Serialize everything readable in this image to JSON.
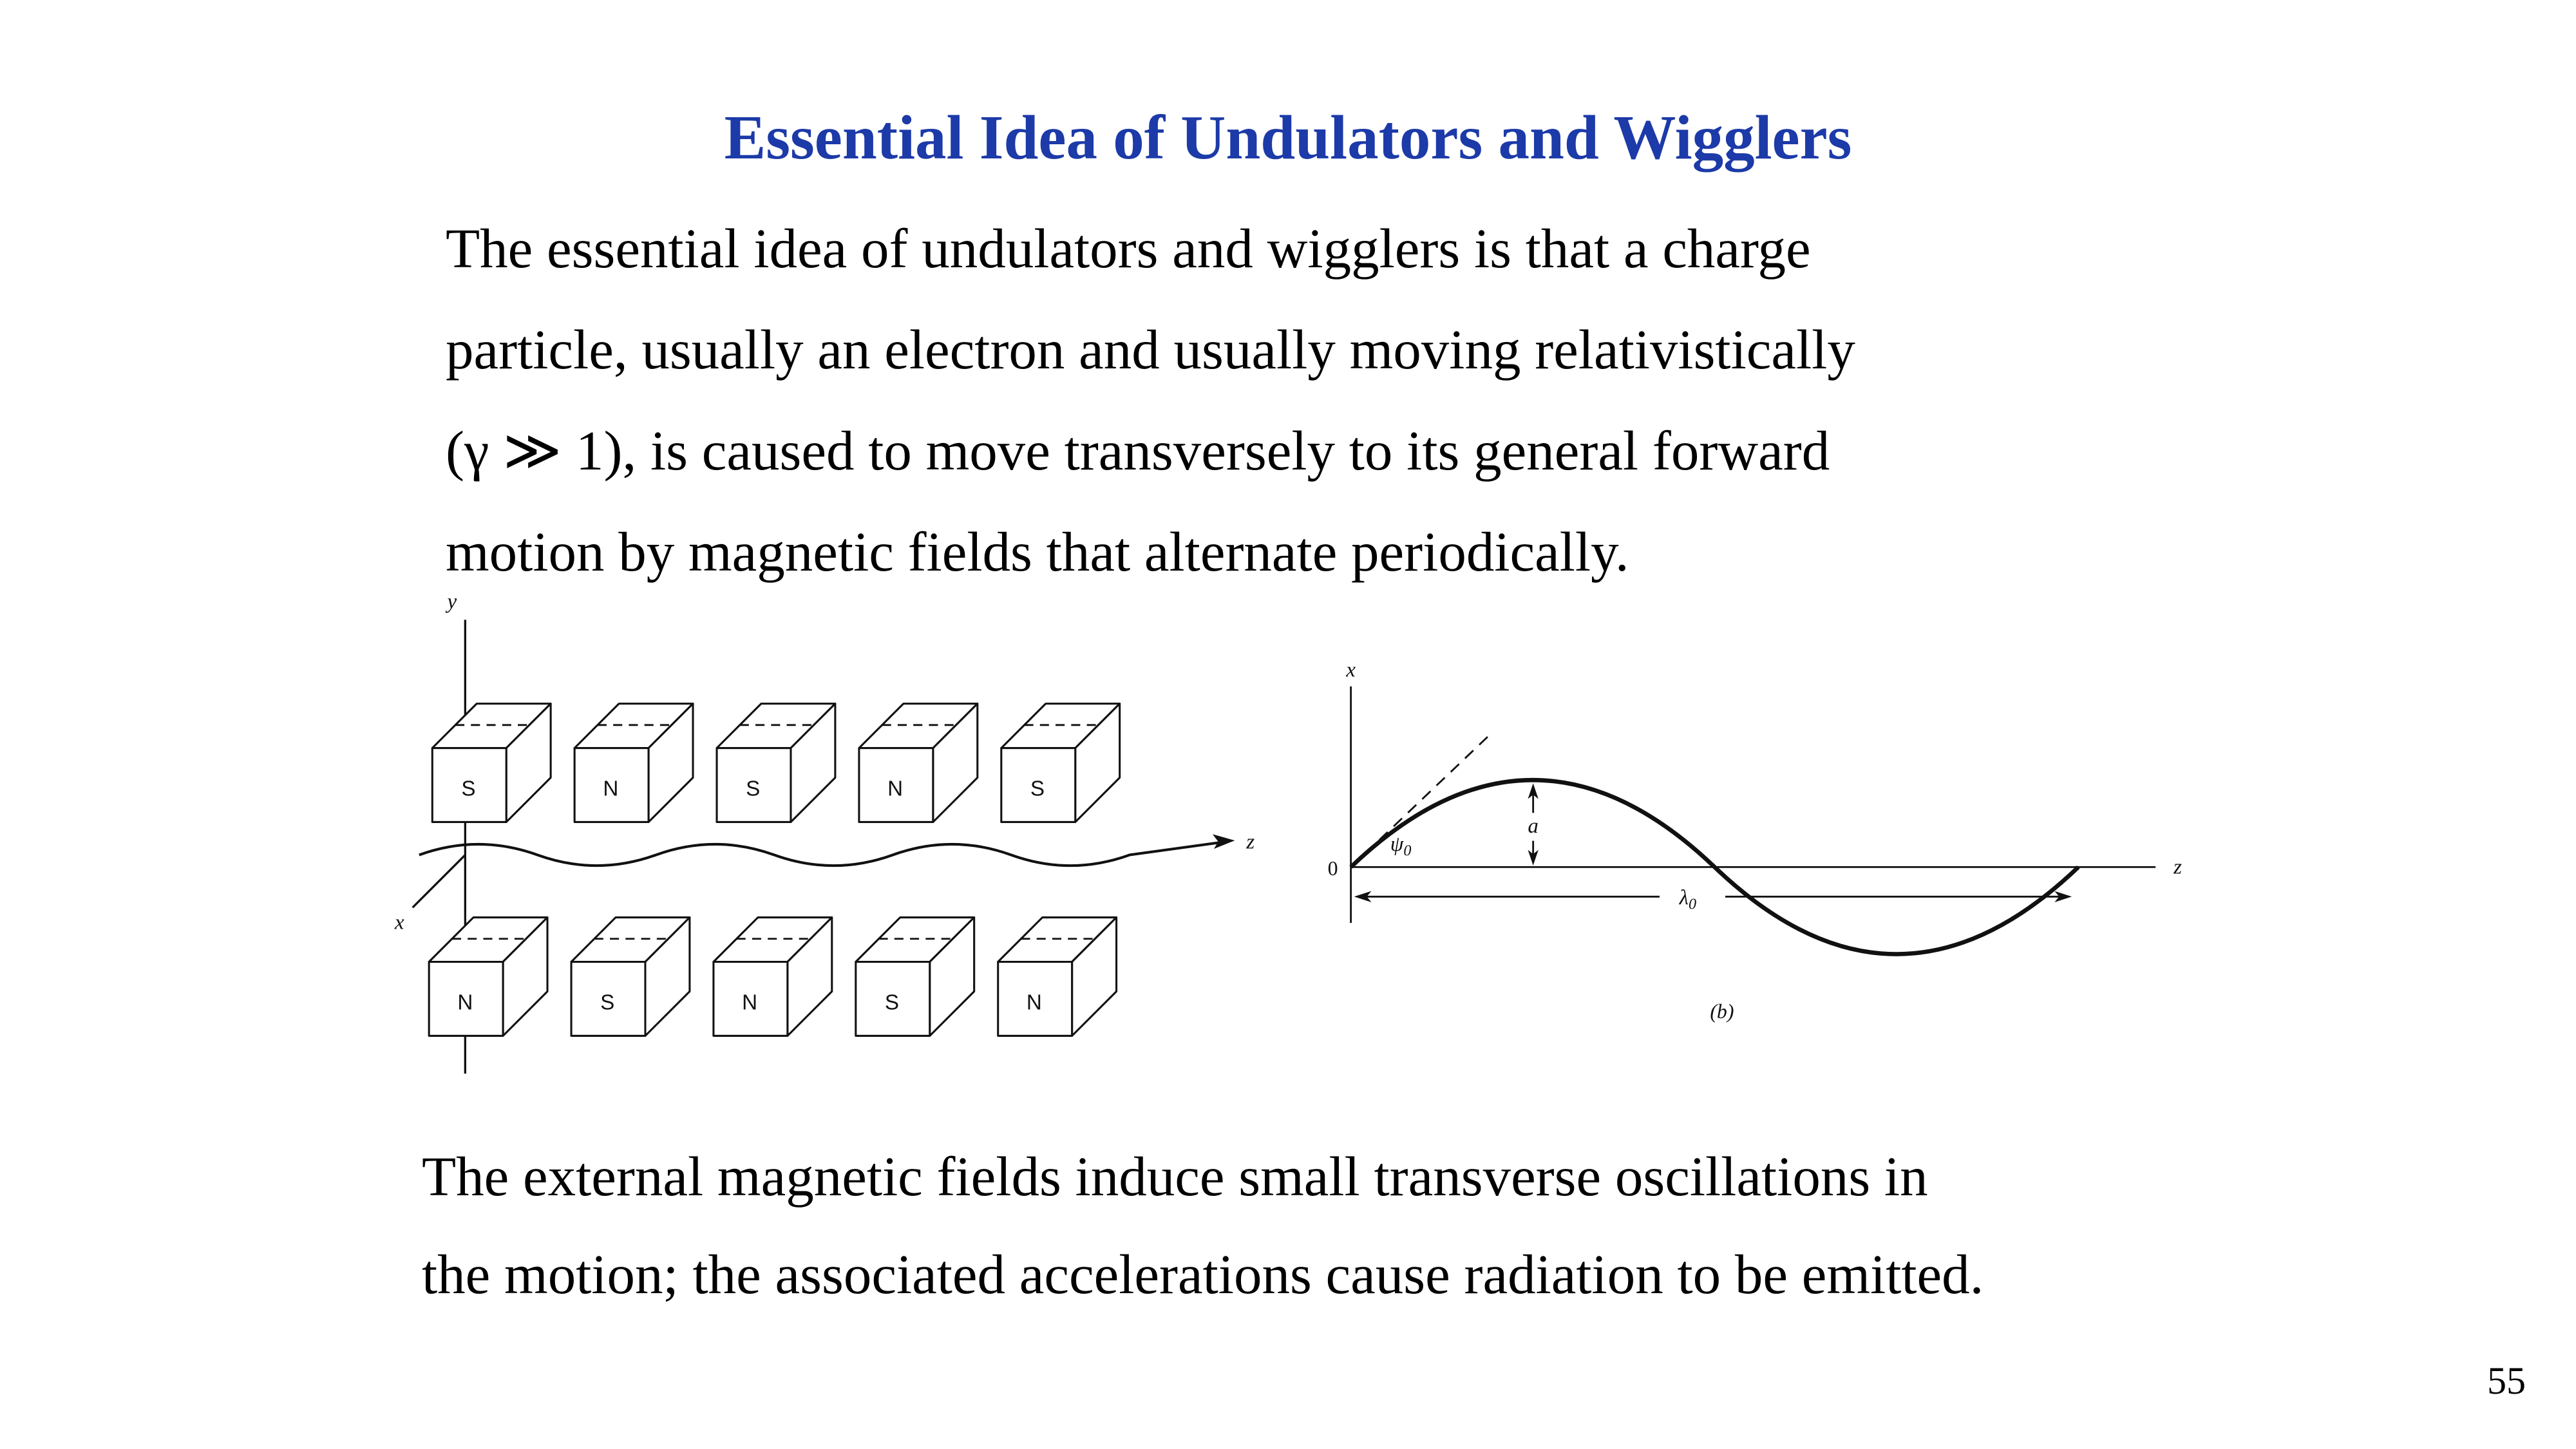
{
  "slide": {
    "title": "Essential Idea of Undulators and Wigglers",
    "page_number": "55"
  },
  "intro": {
    "lines": [
      "The essential idea of undulators and wigglers is that a charge",
      "particle, usually an electron and usually moving relativistically",
      "(γ ≫ 1), is caused to move transversely to its general forward",
      "motion by magnetic fields that alternate periodically."
    ]
  },
  "closing": {
    "lines": [
      "The external magnetic fields induce small transverse oscillations in",
      "the motion; the associated accelerations cause radiation to be emitted."
    ]
  },
  "colors": {
    "title": "#1c3aa8",
    "ink": "#111111"
  },
  "undulator_diagram": {
    "axis_y_label": "y",
    "axis_x_label": "x",
    "axis_z_label": "z",
    "top_magnets": [
      "S",
      "N",
      "S",
      "N",
      "S"
    ],
    "bottom_magnets": [
      "N",
      "S",
      "N",
      "S",
      "N"
    ]
  },
  "wave_diagram": {
    "axis_x_label": "x",
    "axis_z_label": "z",
    "origin_label": "0",
    "angle_symbol": "ψ",
    "angle_sub": "0",
    "amplitude_label": "a",
    "period_symbol": "λ",
    "period_sub": "0",
    "caption": "(b)"
  }
}
